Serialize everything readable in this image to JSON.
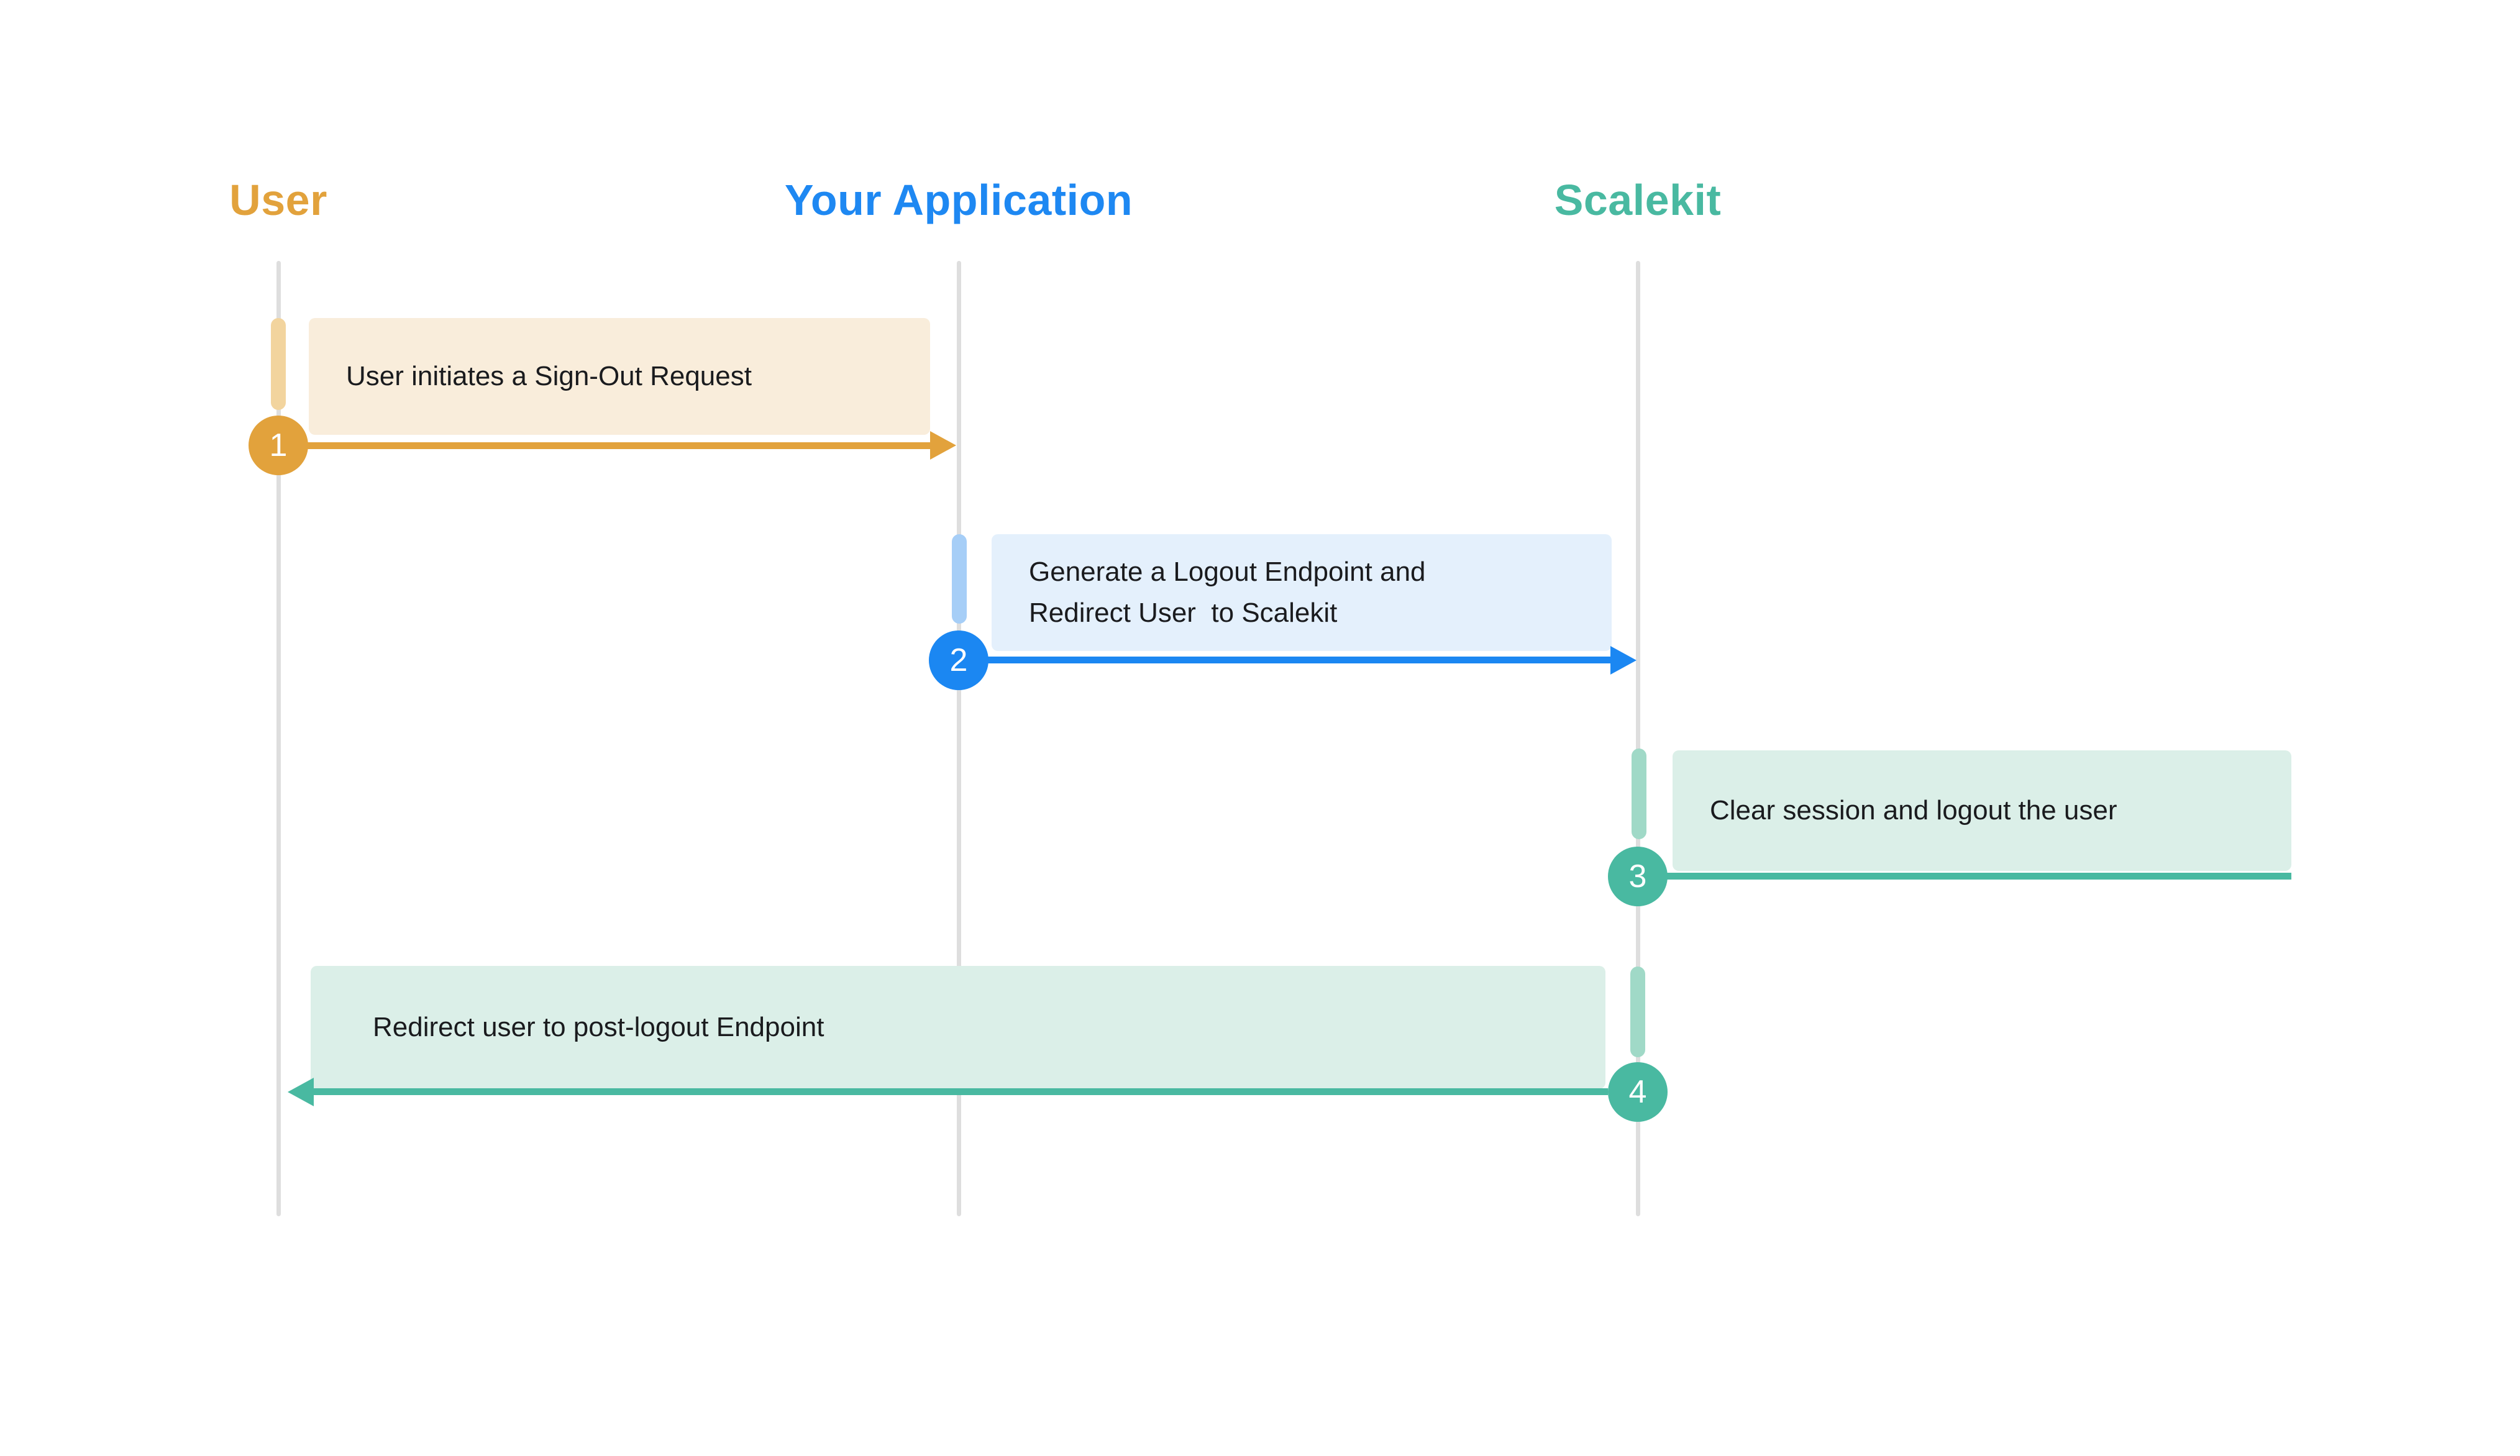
{
  "diagram": {
    "type": "sequence-diagram",
    "lifeline_color": "#DEDEDE",
    "text_color": "#1A1B1E",
    "actors": [
      {
        "label": "User",
        "color": "#E2A23C"
      },
      {
        "label": "Your Application",
        "color": "#1E88F2"
      },
      {
        "label": "Scalekit",
        "color": "#49B9A1"
      }
    ],
    "steps": [
      {
        "number": "1",
        "lines": [
          "User initiates a Sign-Out Request"
        ],
        "from": "User",
        "to": "Your Application",
        "direction": "right",
        "accent": "#E2A23C",
        "bar": "#F2D49E",
        "fill": "#F9EDDB"
      },
      {
        "number": "2",
        "lines": [
          "Generate a Logout Endpoint and",
          "Redirect User  to Scalekit"
        ],
        "from": "Your Application",
        "to": "Scalekit",
        "direction": "right",
        "accent": "#1B87F2",
        "bar": "#A6CEF7",
        "fill": "#E4F0FC"
      },
      {
        "number": "3",
        "lines": [
          "Clear session and logout the user"
        ],
        "from": "Scalekit",
        "to": "Scalekit",
        "direction": "none",
        "accent": "#49B9A1",
        "bar": "#A0D9C7",
        "fill": "#DBEFE8"
      },
      {
        "number": "4",
        "lines": [
          "Redirect user to post-logout Endpoint"
        ],
        "from": "Scalekit",
        "to": "User",
        "direction": "left",
        "accent": "#49B9A1",
        "bar": "#A0D9C7",
        "fill": "#DBEFE8"
      }
    ]
  }
}
